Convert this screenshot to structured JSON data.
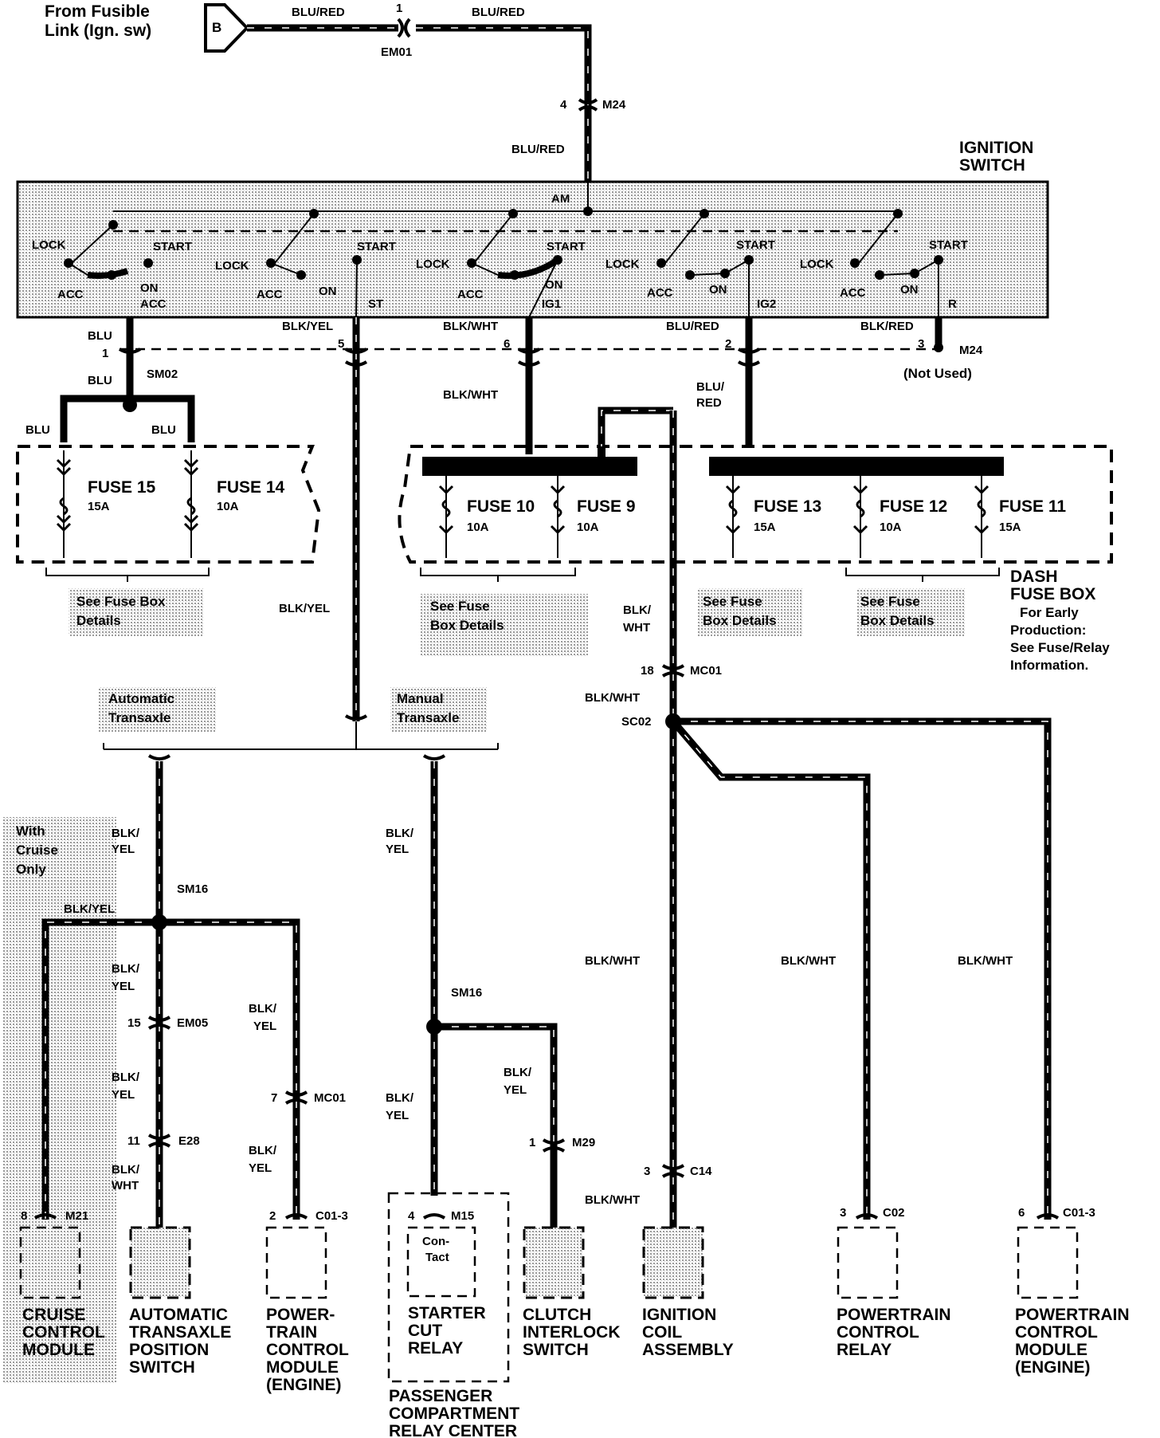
{
  "source": {
    "badge": "B",
    "line1": "From Fusible",
    "line2": "Link (Ign. sw)",
    "wire_a": "BLU/RED",
    "wire_b": "BLU/RED",
    "pin": "1",
    "connector": "EM01"
  },
  "m24_top": {
    "pin": "4",
    "connector": "M24",
    "wire": "BLU/RED"
  },
  "ignition_switch": {
    "title1": "IGNITION",
    "title2": "SWITCH",
    "am": "AM",
    "positions": {
      "lock": "LOCK",
      "start": "START",
      "acc": "ACC",
      "on": "ON"
    },
    "on_acc_1": "ON",
    "on_acc_2": "ACC",
    "on_ig1_1": "ON",
    "on_ig1_2": "IG1",
    "terminal_st": "ST",
    "terminal_ig2": "IG2",
    "terminal_r": "R"
  },
  "outputs": [
    {
      "wire": "BLU",
      "pin": "1"
    },
    {
      "wire": "BLK/YEL",
      "pin": "5"
    },
    {
      "wire": "BLK/WHT",
      "pin": "6"
    },
    {
      "wire": "BLU/RED",
      "pin": "2"
    },
    {
      "wire": "BLK/RED",
      "pin": "3"
    }
  ],
  "m24_bottom": {
    "connector": "M24",
    "note": "(Not Used)"
  },
  "left_fuse": {
    "wire_blu": "BLU",
    "splice": "SM02",
    "left_wire": "BLU",
    "right_wire": "BLU",
    "fuse15": "FUSE 15",
    "fuse15_amp": "15A",
    "fuse14": "FUSE 14",
    "fuse14_amp": "10A",
    "note1": "See Fuse Box",
    "note2": "Details"
  },
  "dash_fuse": {
    "wire_blkwht": "BLK/WHT",
    "wire_blured_1": "BLU/",
    "wire_blured_2": "RED",
    "fuse10": "FUSE 10",
    "fuse10_amp": "10A",
    "fuse9": "FUSE 9",
    "fuse9_amp": "10A",
    "fuse13": "FUSE 13",
    "fuse13_amp": "15A",
    "fuse12": "FUSE 12",
    "fuse12_amp": "10A",
    "fuse11": "FUSE 11",
    "fuse11_amp": "15A",
    "note_a1": "See Fuse",
    "note_a2": "Box Details",
    "note_b1": "See Fuse",
    "note_b2": "Box Details",
    "note_c1": "See Fuse",
    "note_c2": "Box Details",
    "title1": "DASH",
    "title2": "FUSE BOX",
    "title3": "For Early",
    "title4": "Production:",
    "title5": "See Fuse/Relay",
    "title6": "Information."
  },
  "start_branch": {
    "wire": "BLK/YEL",
    "auto1": "Automatic",
    "auto2": "Transaxle",
    "man1": "Manual",
    "man2": "Transaxle",
    "cruise1": "With",
    "cruise2": "Cruise",
    "cruise3": "Only",
    "w_blk": "BLK/",
    "w_yel": "YEL",
    "splice_a": "SM16",
    "cruise_wire": "BLK/YEL",
    "em05_pin": "15",
    "em05": "EM05",
    "e28_pin": "11",
    "e28": "E28",
    "w_wht": "WHT",
    "mc01_pin": "7",
    "mc01": "MC01",
    "splice_b": "SM16",
    "m29_pin": "1",
    "m29": "M29"
  },
  "ig1_branch": {
    "w_blk": "BLK/",
    "w_wht": "WHT",
    "mc01_pin": "18",
    "mc01": "MC01",
    "wire": "BLK/WHT",
    "splice": "SC02",
    "c14_pin": "3",
    "c14": "C14"
  },
  "components": {
    "cruise": {
      "pin": "8",
      "conn": "M21",
      "l1": "CRUISE",
      "l2": "CONTROL",
      "l3": "MODULE"
    },
    "atps": {
      "l1": "AUTOMATIC",
      "l2": "TRANSAXLE",
      "l3": "POSITION",
      "l4": "SWITCH"
    },
    "pcm1": {
      "pin": "2",
      "conn": "C01-3",
      "l1": "POWER-",
      "l2": "TRAIN",
      "l3": "CONTROL",
      "l4": "MODULE",
      "l5": "(ENGINE)"
    },
    "starter": {
      "pin": "4",
      "conn": "M15",
      "c1": "Con-",
      "c2": "Tact",
      "l1": "STARTER",
      "l2": "CUT",
      "l3": "RELAY",
      "p1": "PASSENGER",
      "p2": "COMPARTMENT",
      "p3": "RELAY CENTER"
    },
    "clutch": {
      "l1": "CLUTCH",
      "l2": "INTERLOCK",
      "l3": "SWITCH"
    },
    "coil": {
      "l1": "IGNITION",
      "l2": "COIL",
      "l3": "ASSEMBLY"
    },
    "relay": {
      "pin": "3",
      "conn": "C02",
      "l1": "POWERTRAIN",
      "l2": "CONTROL",
      "l3": "RELAY"
    },
    "pcm2": {
      "pin": "6",
      "conn": "C01-3",
      "l1": "POWERTRAIN",
      "l2": "CONTROL",
      "l3": "MODULE",
      "l4": "(ENGINE)"
    }
  }
}
